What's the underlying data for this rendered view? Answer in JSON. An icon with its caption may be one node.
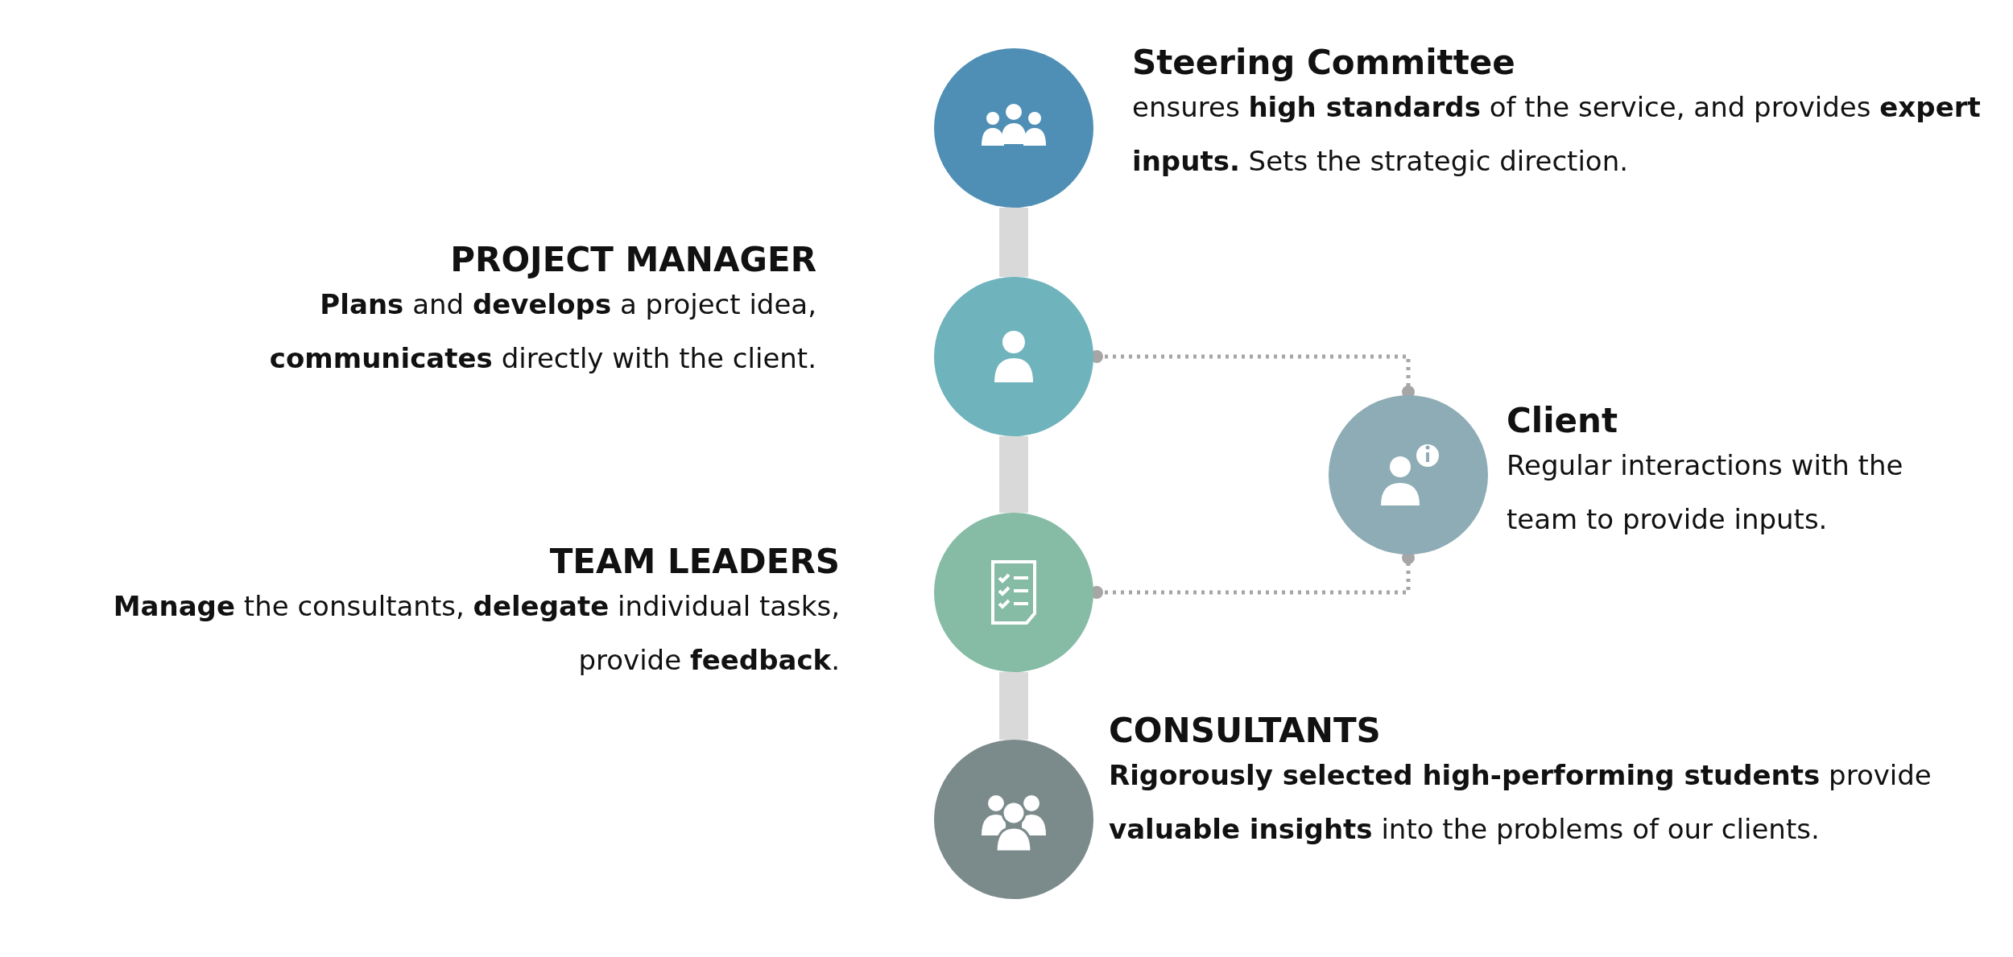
{
  "diagram": {
    "nodes": [
      {
        "text": [
          "Steering Committee",
          "ensures **high standards** of the service, and provides **expert inputs.** Sets the strategic direction."
        ]
      },
      {
        "text": [
          "PROJECT MANAGER",
          "**Plans** and **develops** a project idea, **communicates** directly with the client."
        ]
      },
      {
        "text": [
          "TEAM LEADERS",
          "**Manage** the consultants, **delegate** individual tasks, provide **feedback**."
        ]
      },
      {
        "text": [
          "CONSULTANTS",
          "**Rigorously selected high-performing students** provide **valuable insights** into the problems of our clients."
        ]
      },
      {
        "text": [
          "Client",
          "Regular interactions with the team to provide inputs."
        ]
      }
    ],
    "edges": [
      {
        "from": 0,
        "to": 1,
        "arrow": "none"
      },
      {
        "from": 1,
        "to": 2,
        "arrow": "none"
      },
      {
        "from": 2,
        "to": 3,
        "arrow": "none"
      },
      {
        "from": 1,
        "to": 4,
        "arrow": "other",
        "style": "dashed",
        "color": "#a6a6a6"
      },
      {
        "from": 2,
        "to": 4,
        "arrow": "other",
        "style": "dashed",
        "color": "#a6a6a6"
      }
    ]
  }
}
